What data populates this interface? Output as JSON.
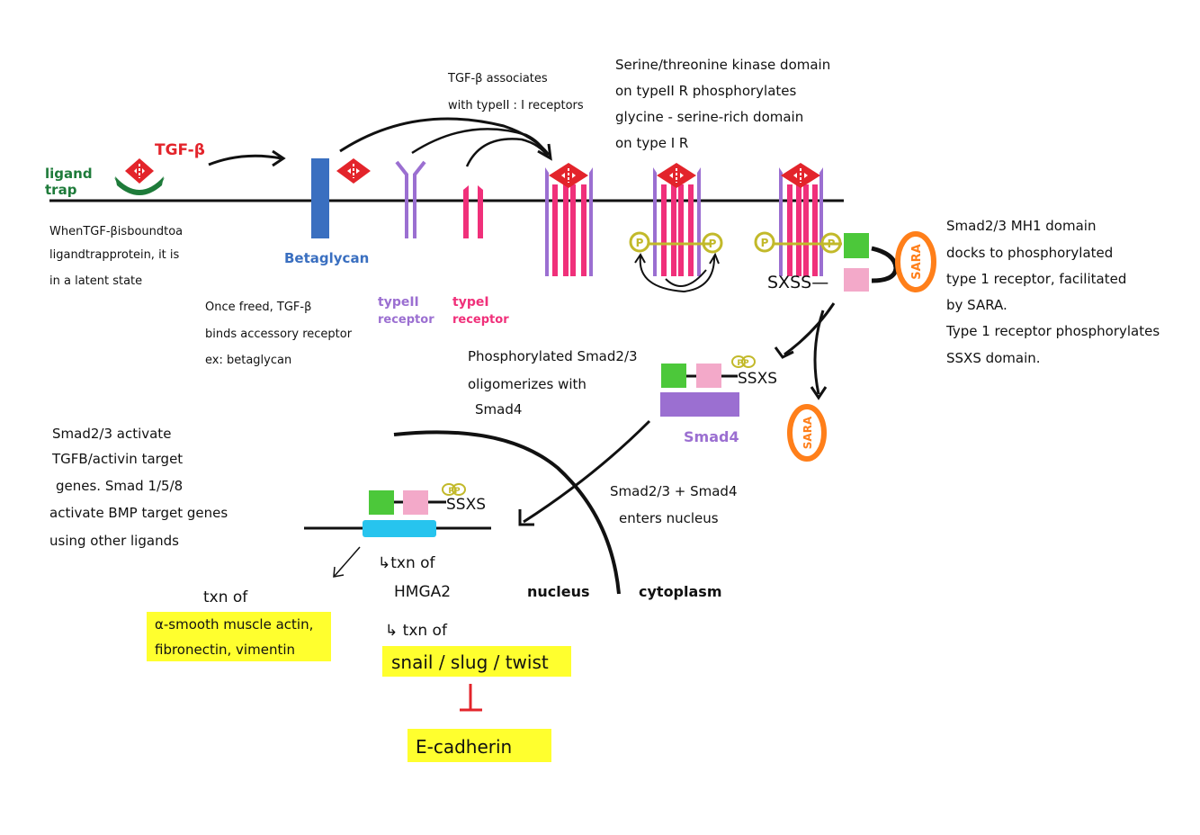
{
  "colors": {
    "membrane": "#111111",
    "tgf_red": "#e3242b",
    "ligand_trap_green": "#1e7b3a",
    "betaglycan_blue": "#3a6fc0",
    "type2_purple": "#9b6fd1",
    "type1_pink": "#f0307a",
    "smad_green": "#4cc83a",
    "smad_pink": "#f3a9c9",
    "smad4_purple": "#9b6fd1",
    "sara_orange": "#ff7f1a",
    "phospho_olive": "#c2b92a",
    "dna_cyan": "#27c4ee",
    "highlight_yellow": "#ffff2e",
    "ecad_red": "#e3242b"
  },
  "labels": {
    "tgf_beta": "TGF-β",
    "ligand_trap": [
      "ligand",
      "trap"
    ],
    "betaglycan": "Betaglycan",
    "type2_receptor": [
      "typeII",
      "receptor"
    ],
    "type1_receptor": [
      "typeI",
      "receptor"
    ],
    "smad4": "Smad4",
    "sara": "SARA",
    "sxss": "SXSS—",
    "ssxs_cytoplasm": "SSXS",
    "ssxs_nucleus": "SSXS",
    "phospho": "P",
    "phospho_pair": "PP",
    "nucleus": "nucleus",
    "cytoplasm": "cytoplasm"
  },
  "notes": {
    "latent": [
      "WhenTGF-βisboundtoa",
      "ligandtrapprotein, it is",
      "in a latent state"
    ],
    "once_freed": [
      "Once freed, TGF-β",
      "binds accessory receptor",
      "ex: betaglycan"
    ],
    "associates": [
      "TGF-β associates",
      "with typeII : I receptors"
    ],
    "kinase": [
      "Serine/threonine kinase domain",
      "on typeII R phosphorylates",
      "glycine - serine-rich domain",
      "on type I R"
    ],
    "smad_docks": [
      "Smad2/3 MH1 domain",
      "docks to phosphorylated",
      "type 1 receptor, facilitated",
      "by SARA.",
      "Type 1 receptor phosphorylates",
      "SSXS domain."
    ],
    "oligomerizes": [
      "Phosphorylated Smad2/3",
      "oligomerizes with",
      "Smad4"
    ],
    "enters_nucleus": [
      "Smad2/3 + Smad4",
      "enters nucleus"
    ],
    "activate_genes": [
      "Smad2/3 activate",
      "TGFB/activin target",
      "genes.  Smad 1/5/8",
      "activate BMP target genes",
      "using other ligands"
    ],
    "txn_of_left": "txn of",
    "txn_of_hmga2": [
      "↳txn of",
      "HMGA2"
    ],
    "txn_of_snail": "↳ txn of"
  },
  "highlights": {
    "mesenchymal": [
      "α-smooth muscle actin,",
      "fibronectin, vimentin"
    ],
    "snail": "snail / slug / twist",
    "ecadherin": "E-cadherin"
  }
}
